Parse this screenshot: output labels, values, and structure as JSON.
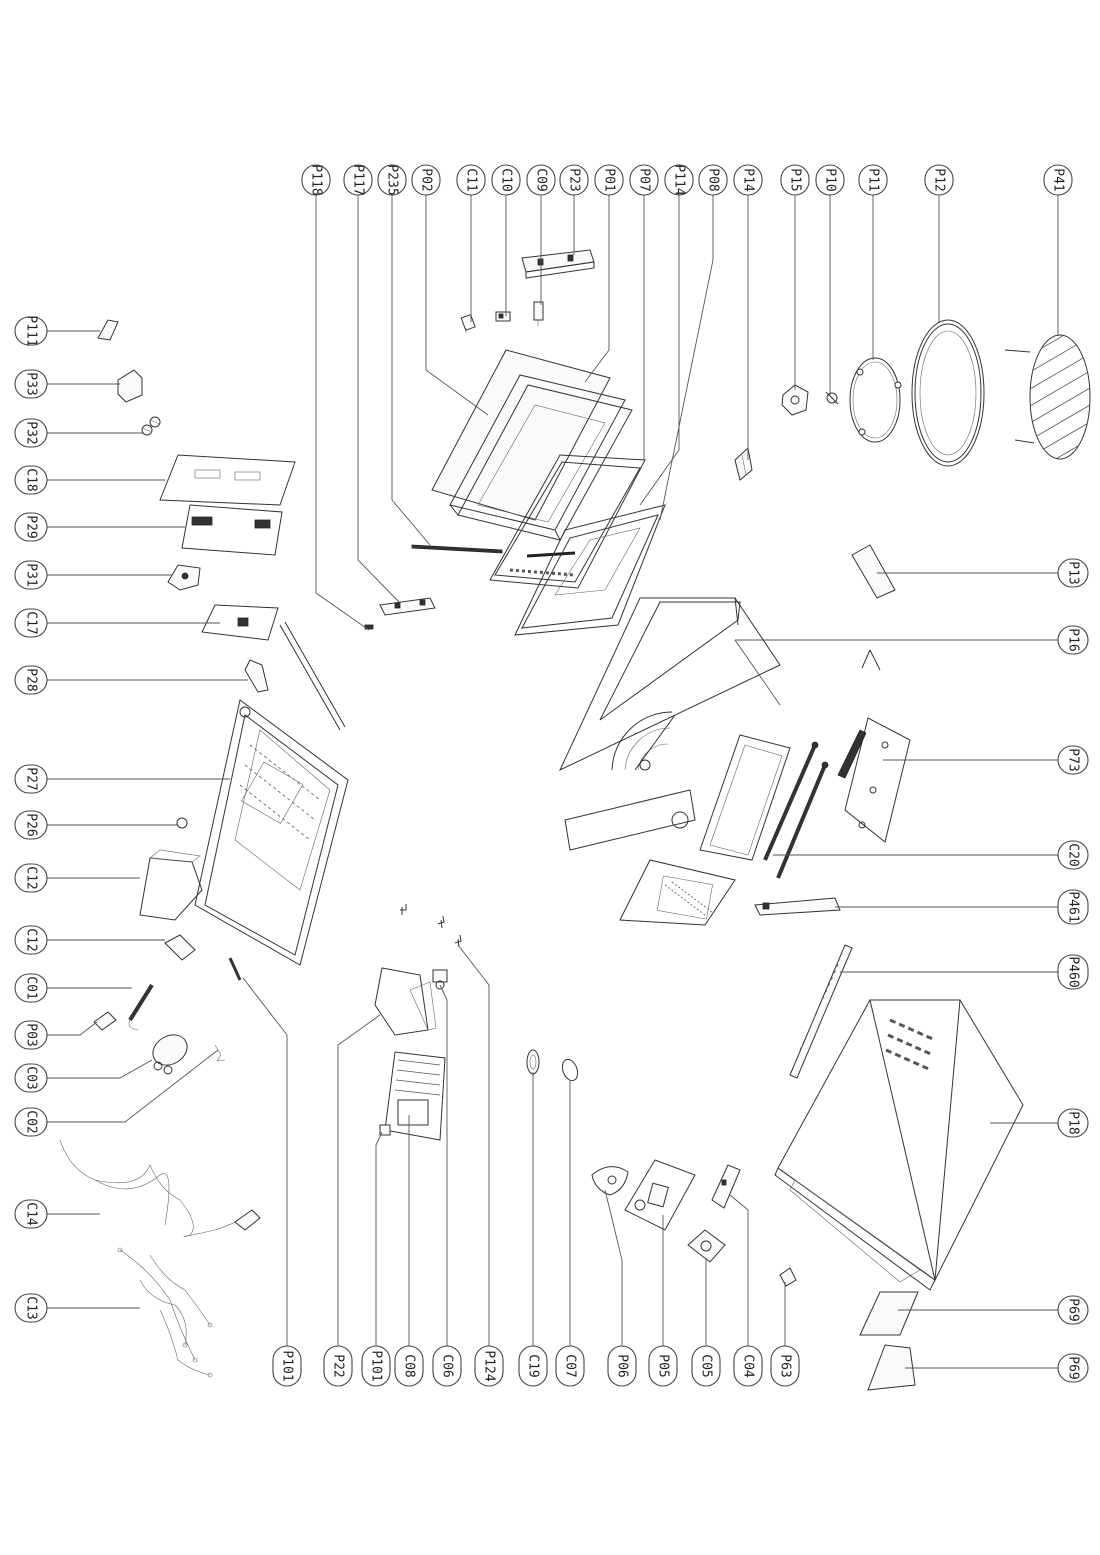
{
  "diagram": {
    "labels": {
      "top": [
        "P118",
        "P117",
        "P235",
        "P02",
        "C11",
        "C10",
        "C09",
        "P23",
        "P01",
        "P07",
        "P114",
        "P08",
        "P14",
        "P15",
        "P10",
        "P11",
        "P12",
        "P41"
      ],
      "left": [
        "P111",
        "P33",
        "P32",
        "C18",
        "P29",
        "P31",
        "C17",
        "P28",
        "P27",
        "P26",
        "C12",
        "C12",
        "C01",
        "P03",
        "C03",
        "C02",
        "C14",
        "C13"
      ],
      "right": [
        "P13",
        "P16",
        "P73",
        "C20",
        "P461",
        "P460",
        "P18",
        "P69",
        "P69"
      ],
      "bottom": [
        "P101",
        "P22",
        "P101",
        "C08",
        "C06",
        "P124",
        "C19",
        "C07",
        "P06",
        "P05",
        "C05",
        "C04",
        "P63"
      ]
    }
  }
}
